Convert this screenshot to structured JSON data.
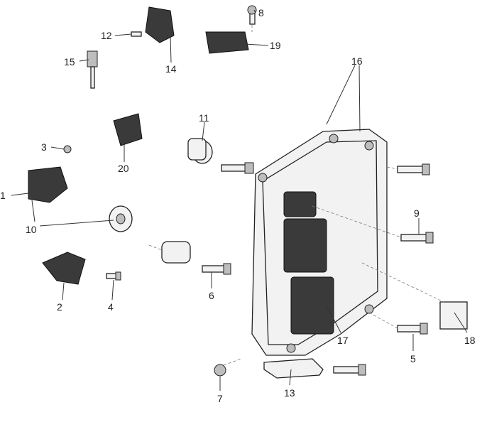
{
  "diagram": {
    "callouts": [
      {
        "id": "1",
        "text": "1"
      },
      {
        "id": "2",
        "text": "2"
      },
      {
        "id": "3",
        "text": "3"
      },
      {
        "id": "4",
        "text": "4"
      },
      {
        "id": "5",
        "text": "5"
      },
      {
        "id": "6",
        "text": "6"
      },
      {
        "id": "7",
        "text": "7"
      },
      {
        "id": "8",
        "text": "8"
      },
      {
        "id": "9",
        "text": "9"
      },
      {
        "id": "10",
        "text": "10"
      },
      {
        "id": "11",
        "text": "11"
      },
      {
        "id": "12",
        "text": "12"
      },
      {
        "id": "13",
        "text": "13"
      },
      {
        "id": "14",
        "text": "14"
      },
      {
        "id": "15",
        "text": "15"
      },
      {
        "id": "16",
        "text": "16"
      },
      {
        "id": "17",
        "text": "17"
      },
      {
        "id": "18",
        "text": "18"
      },
      {
        "id": "19",
        "text": "19"
      },
      {
        "id": "20",
        "text": "20"
      }
    ]
  }
}
